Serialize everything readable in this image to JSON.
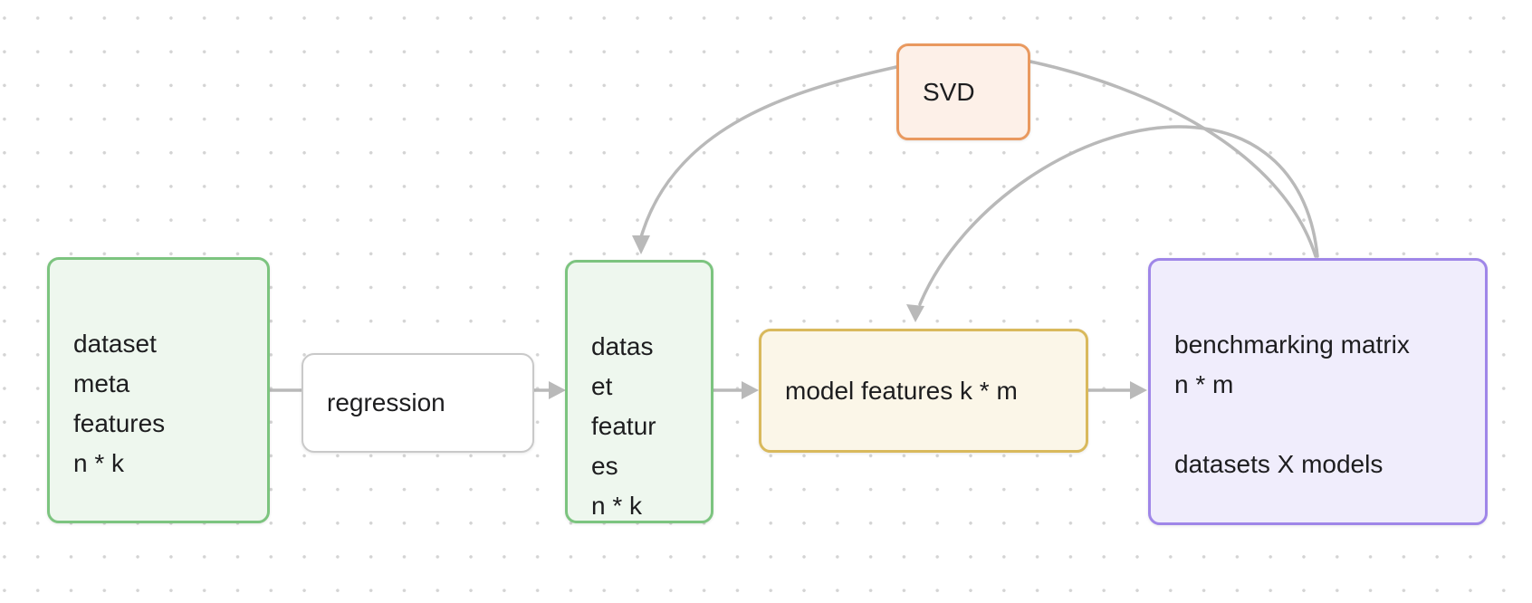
{
  "canvas": {
    "background": "#ffffff",
    "dot_color": "#d4d4d4",
    "arrow_color": "#b9b9b9",
    "text_color": "#1d1d1f"
  },
  "nodes": {
    "dataset_meta_features": {
      "text": "dataset\nmeta\nfeatures\nn * k",
      "border": "#7cc47f",
      "fill": "#eef7ee"
    },
    "regression": {
      "text": "regression",
      "border": "#c9c9c9",
      "fill": "#ffffff"
    },
    "dataset_features": {
      "text": "datas\net\nfeatur\nes\nn * k",
      "border": "#7cc47f",
      "fill": "#eef7ee"
    },
    "svd": {
      "text": "SVD",
      "border": "#e9995f",
      "fill": "#fdf0e8"
    },
    "model_features": {
      "text": "model features k * m",
      "border": "#d9b95c",
      "fill": "#fbf6e8"
    },
    "benchmarking_matrix": {
      "text": "benchmarking matrix\nn * m\n\ndatasets X models",
      "border": "#9f86e8",
      "fill": "#f0edfc"
    }
  },
  "edges": [
    {
      "from": "dataset meta features",
      "to": "regression",
      "style": "straight",
      "arrowhead": false
    },
    {
      "from": "regression",
      "to": "dataset features",
      "style": "straight",
      "arrowhead": true
    },
    {
      "from": "dataset features",
      "to": "model features",
      "style": "straight",
      "arrowhead": true
    },
    {
      "from": "model features",
      "to": "benchmarking matrix",
      "style": "straight",
      "arrowhead": true
    },
    {
      "from": "SVD",
      "to": "dataset features",
      "style": "curved",
      "arrowhead": true
    },
    {
      "from": "SVD",
      "to": "benchmarking matrix",
      "style": "curved",
      "arrowhead": false
    },
    {
      "from": "benchmarking matrix",
      "to": "model features",
      "style": "curved",
      "arrowhead": true
    }
  ]
}
